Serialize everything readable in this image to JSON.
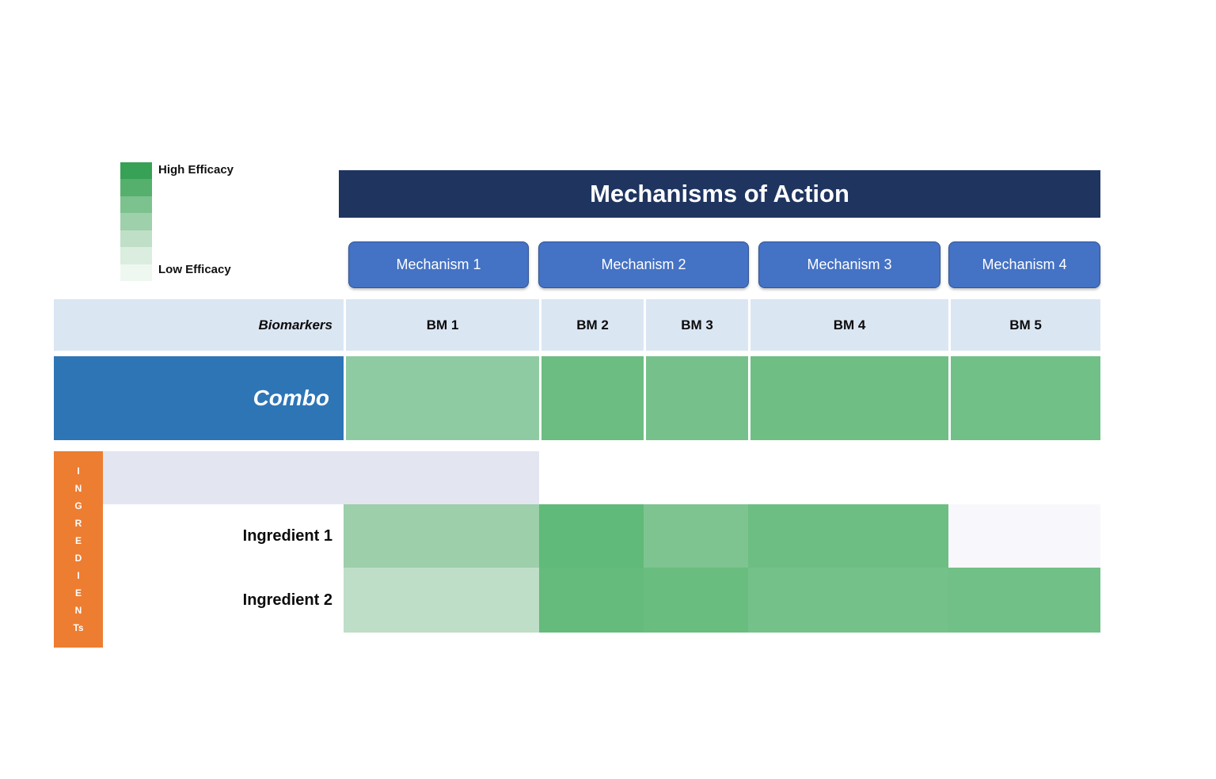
{
  "legend": {
    "high_label": "High Efficacy",
    "low_label": "Low Efficacy",
    "swatches": [
      "#37A156",
      "#55B06E",
      "#7CC28E",
      "#9DD0AB",
      "#BFDFC7",
      "#DAEDDF",
      "#EFF7F1"
    ]
  },
  "colors": {
    "banner_bg": "#1F3560",
    "mechanism_button_bg": "#4472C4",
    "header_row_bg": "#DBE6F3",
    "combo_label_bg": "#2E75B6",
    "empty_row_bg": "#E3E5F1",
    "ingredients_bar_bg": "#ED7D31"
  },
  "ingredients_axis": {
    "label": "INGREDIENTs",
    "letters": [
      "I",
      "N",
      "G",
      "R",
      "E",
      "D",
      "I",
      "E",
      "N",
      "Ts"
    ]
  },
  "chart_data": {
    "type": "heatmap",
    "title": "Mechanisms of Action",
    "column_header": "Biomarkers",
    "columns": [
      "BM 1",
      "BM 2",
      "BM 3",
      "BM 4",
      "BM 5"
    ],
    "column_groups": [
      {
        "label": "Mechanism 1",
        "columns": [
          "BM 1"
        ]
      },
      {
        "label": "Mechanism 2",
        "columns": [
          "BM 2",
          "BM 3"
        ]
      },
      {
        "label": "Mechanism 3",
        "columns": [
          "BM 4"
        ]
      },
      {
        "label": "Mechanism 4",
        "columns": [
          "BM 5"
        ]
      }
    ],
    "scale": {
      "high": "High Efficacy",
      "low": "Low Efficacy"
    },
    "rows": [
      {
        "label": "Combo",
        "colors": [
          "#8FCBA2",
          "#6CBD82",
          "#76C18B",
          "#6FBF85",
          "#71C087"
        ],
        "efficacy": [
          "medium",
          "high",
          "high",
          "high",
          "high"
        ]
      },
      {
        "label": "Ingredient 1",
        "colors": [
          "#9CCFAA",
          "#60BA79",
          "#7EC491",
          "#6DBE83",
          "#F8F8FC"
        ],
        "efficacy": [
          "medium",
          "very-high",
          "high",
          "high",
          "minimal"
        ]
      },
      {
        "label": "Ingredient 2",
        "colors": [
          "#BFDEC7",
          "#64BB7C",
          "#69BD7F",
          "#74C189",
          "#71C087"
        ],
        "efficacy": [
          "low",
          "very-high",
          "very-high",
          "high",
          "high"
        ]
      }
    ]
  }
}
